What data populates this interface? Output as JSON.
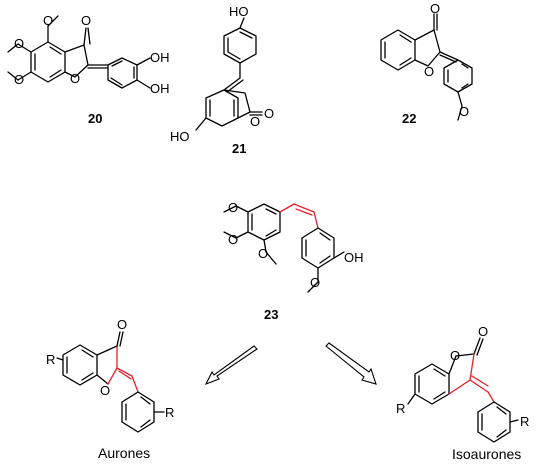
{
  "compounds": [
    {
      "id": "compound-20",
      "label": "20"
    },
    {
      "id": "compound-21",
      "label": "21"
    },
    {
      "id": "compound-22",
      "label": "22"
    },
    {
      "id": "compound-23",
      "label": "23"
    }
  ],
  "captions": {
    "aurones": "Aurones",
    "isoaurones": "Isoaurones"
  },
  "atoms": {
    "O": "O",
    "OH": "OH",
    "HO": "HO",
    "R": "R"
  },
  "colors": {
    "bond": "#000000",
    "highlight": "#e8202a"
  }
}
